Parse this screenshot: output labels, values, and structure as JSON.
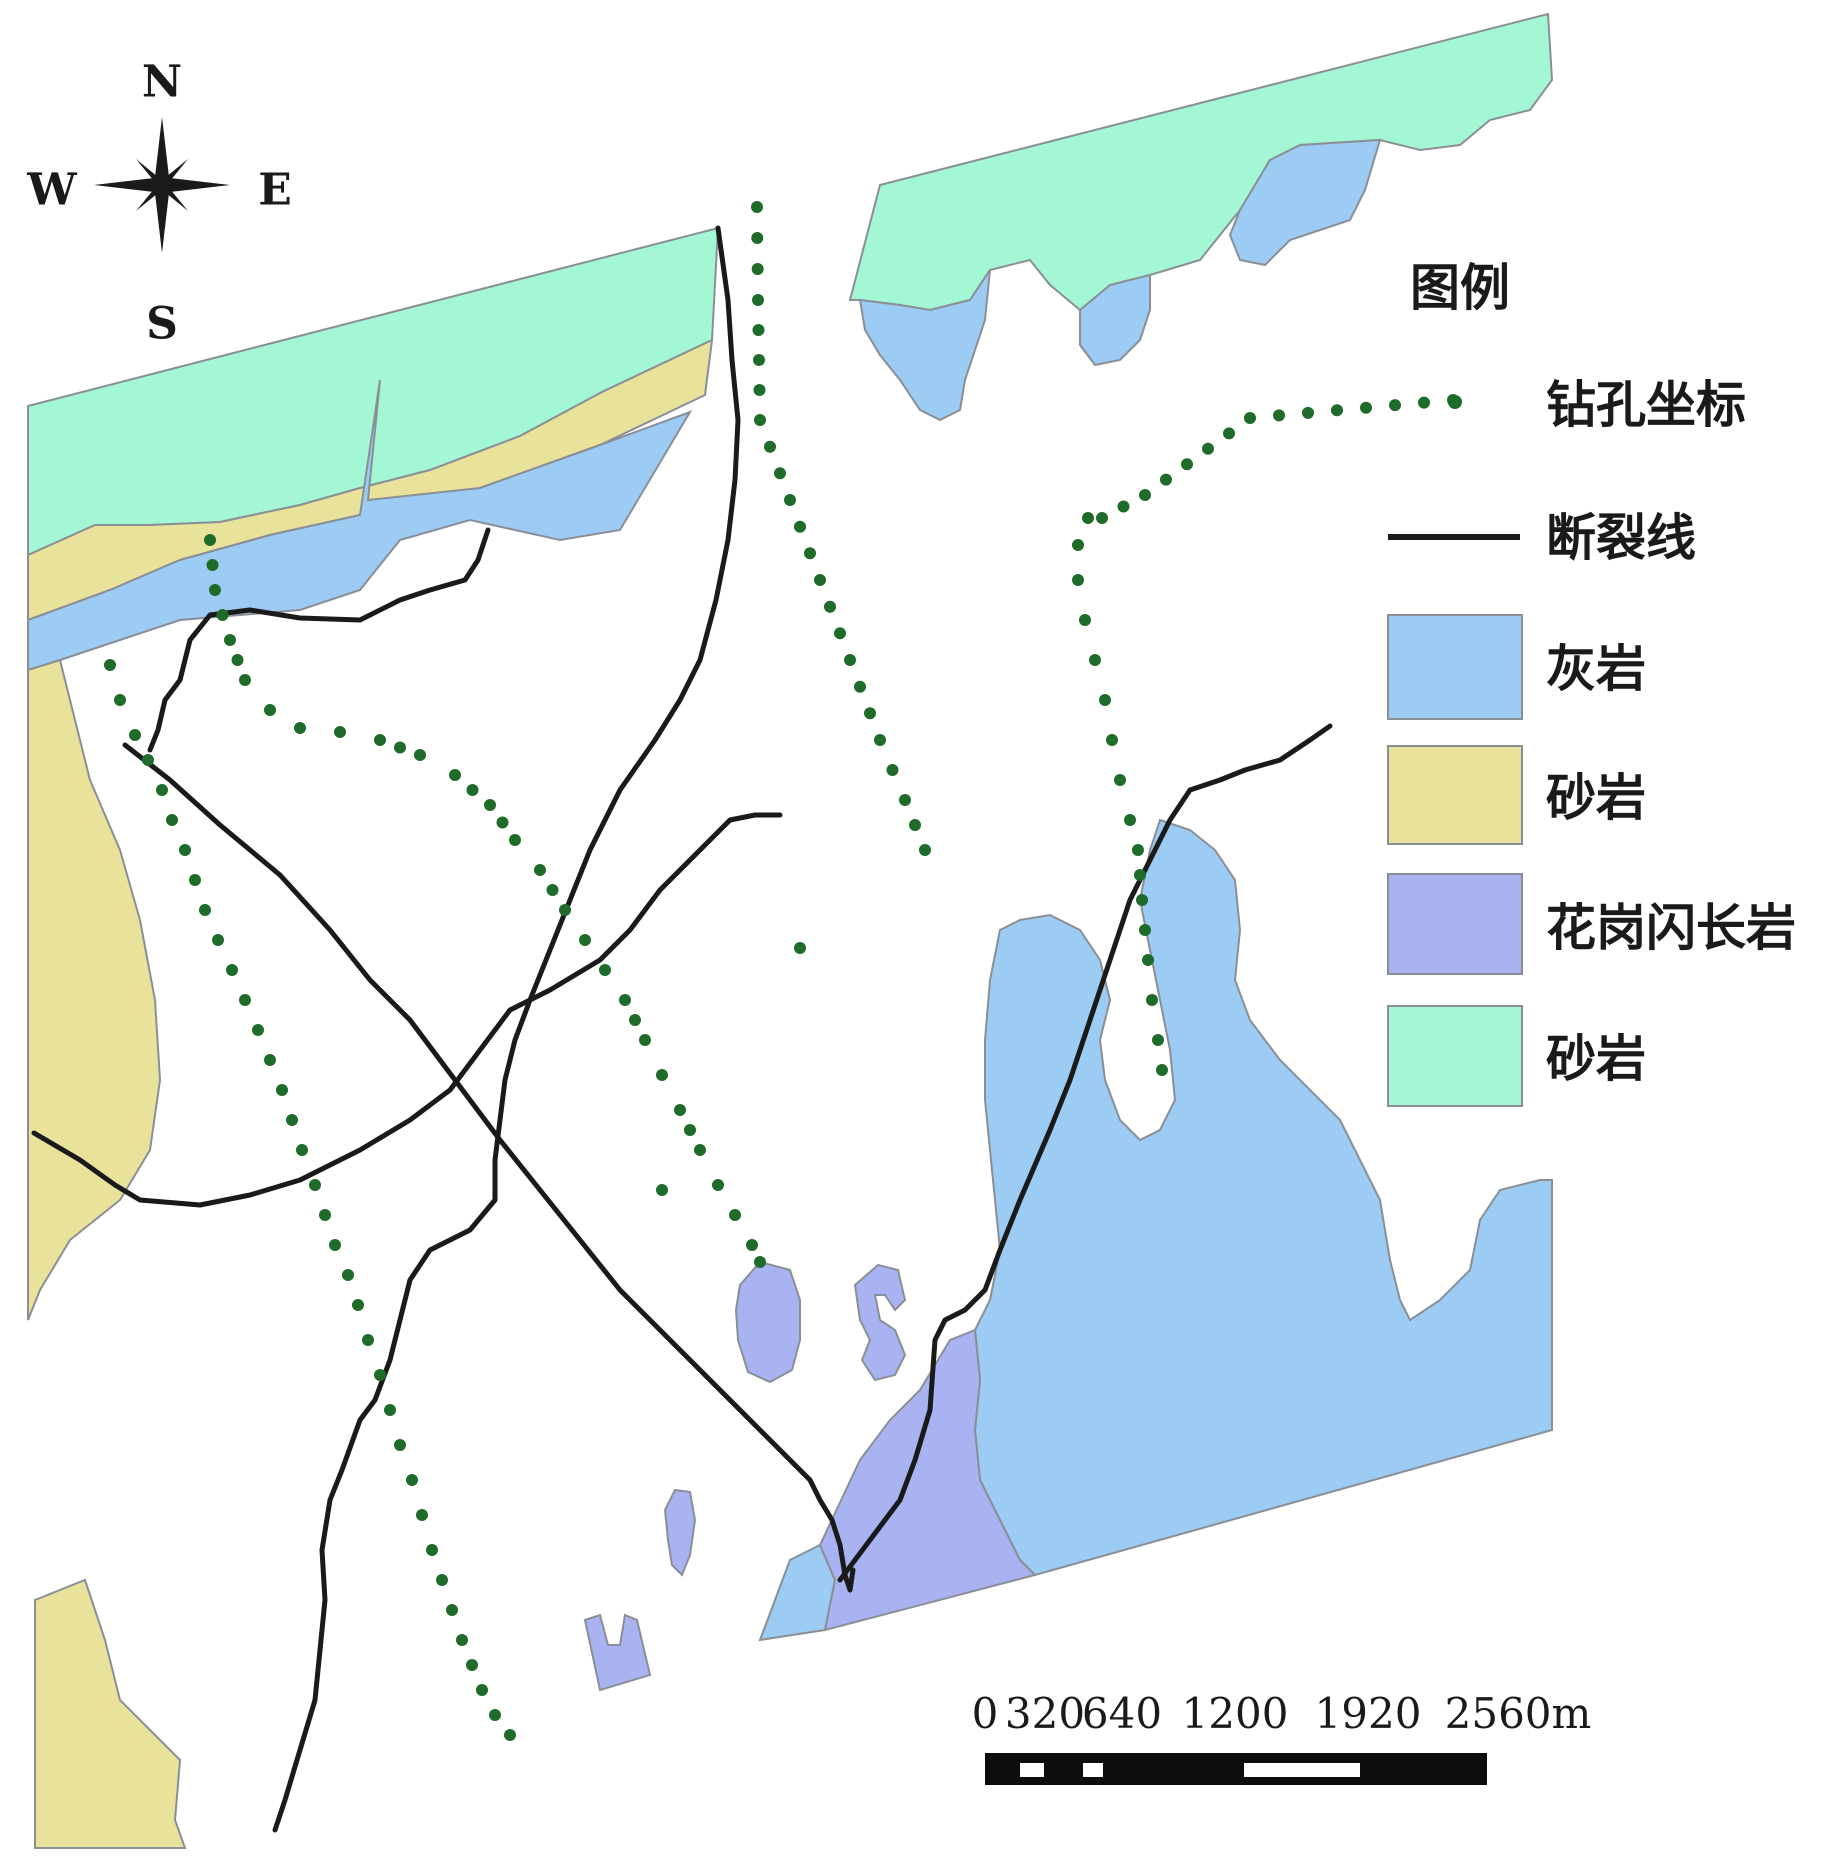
{
  "compass": {
    "n": "N",
    "s": "S",
    "e": "E",
    "w": "W"
  },
  "legend": {
    "title": "图例",
    "items": [
      {
        "label": "钻孔坐标",
        "kind": "point",
        "color": "#1f6b2a"
      },
      {
        "label": "断裂线",
        "kind": "line",
        "color": "#1a1a1a"
      },
      {
        "label": "灰岩",
        "kind": "fill",
        "color": "#9ccbf4"
      },
      {
        "label": "砂岩",
        "kind": "fill",
        "color": "#e8e29a"
      },
      {
        "label": "花岗闪长岩",
        "kind": "fill",
        "color": "#a9b3f2"
      },
      {
        "label": "砂岩",
        "kind": "fill",
        "color": "#a4f7d4"
      }
    ]
  },
  "scale_bar": {
    "labels": [
      "0",
      "320",
      "640",
      "1200",
      "1920",
      "2560m"
    ]
  },
  "colors": {
    "limestone": "#9ccbf4",
    "sandstone_yellow": "#e8e29a",
    "granodiorite": "#a9b3f2",
    "sandstone_green": "#a4f7d4",
    "fault": "#1a1a1a",
    "borehole": "#1f6b2a",
    "outline": "#8a8f96"
  }
}
